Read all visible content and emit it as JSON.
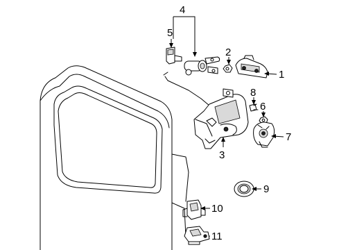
{
  "callouts": [
    {
      "id": "1",
      "label": "1",
      "part": "striker"
    },
    {
      "id": "2",
      "label": "2",
      "part": "nut"
    },
    {
      "id": "3",
      "label": "3",
      "part": "latch-assembly"
    },
    {
      "id": "4",
      "label": "4",
      "part": "lock-cylinder-set"
    },
    {
      "id": "5",
      "label": "5",
      "part": "retainer-clip"
    },
    {
      "id": "6",
      "label": "6",
      "part": "bolt"
    },
    {
      "id": "7",
      "label": "7",
      "part": "latch-bracket"
    },
    {
      "id": "8",
      "label": "8",
      "part": "screw"
    },
    {
      "id": "9",
      "label": "9",
      "part": "grommet"
    },
    {
      "id": "10",
      "label": "10",
      "part": "hinge-upper"
    },
    {
      "id": "11",
      "label": "11",
      "part": "hinge-lower"
    }
  ]
}
